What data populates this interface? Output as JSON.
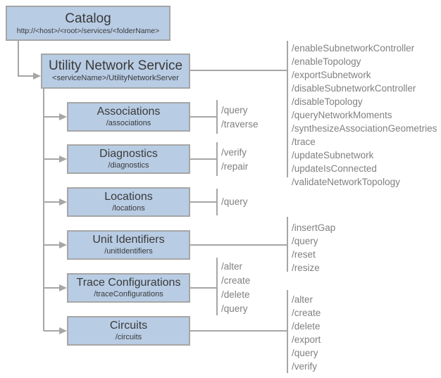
{
  "colors": {
    "box_fill": "#b8cce4",
    "box_border": "#a6a6a6",
    "connector": "#a6a6a6",
    "node_text": "#3a3a3a",
    "operation_text": "#808080"
  },
  "nodes": {
    "catalog": {
      "title": "Catalog",
      "subtitle": "http://<host>/<root>/services/<folderName>"
    },
    "utility_network_service": {
      "title": "Utility Network Service",
      "subtitle": "<serviceName>/UtilityNetworkServer",
      "operations": [
        "/enableSubnetworkController",
        "/enableTopology",
        "/exportSubnetwork",
        "/disableSubnetworkController",
        "/disableTopology",
        "/queryNetworkMoments",
        "/synthesizeAssociationGeometries",
        "/trace",
        "/updateSubnetwork",
        "/updateIsConnected",
        "/validateNetworkTopology"
      ]
    },
    "associations": {
      "title": "Associations",
      "subtitle": "/associations",
      "operations": [
        "/query",
        "/traverse"
      ]
    },
    "diagnostics": {
      "title": "Diagnostics",
      "subtitle": "/diagnostics",
      "operations": [
        "/verify",
        "/repair"
      ]
    },
    "locations": {
      "title": "Locations",
      "subtitle": "/locations",
      "operations": [
        "/query"
      ]
    },
    "unit_identifiers": {
      "title": "Unit Identifiers",
      "subtitle": "/unitIdentifiers",
      "operations": [
        "/insertGap",
        "/query",
        "/reset",
        "/resize"
      ]
    },
    "trace_configurations": {
      "title": "Trace Configurations",
      "subtitle": "/traceConfigurations",
      "operations": [
        "/alter",
        "/create",
        "/delete",
        "/query"
      ]
    },
    "circuits": {
      "title": "Circuits",
      "subtitle": "/circuits",
      "operations": [
        "/alter",
        "/create",
        "/delete",
        "/export",
        "/query",
        "/verify"
      ]
    }
  }
}
